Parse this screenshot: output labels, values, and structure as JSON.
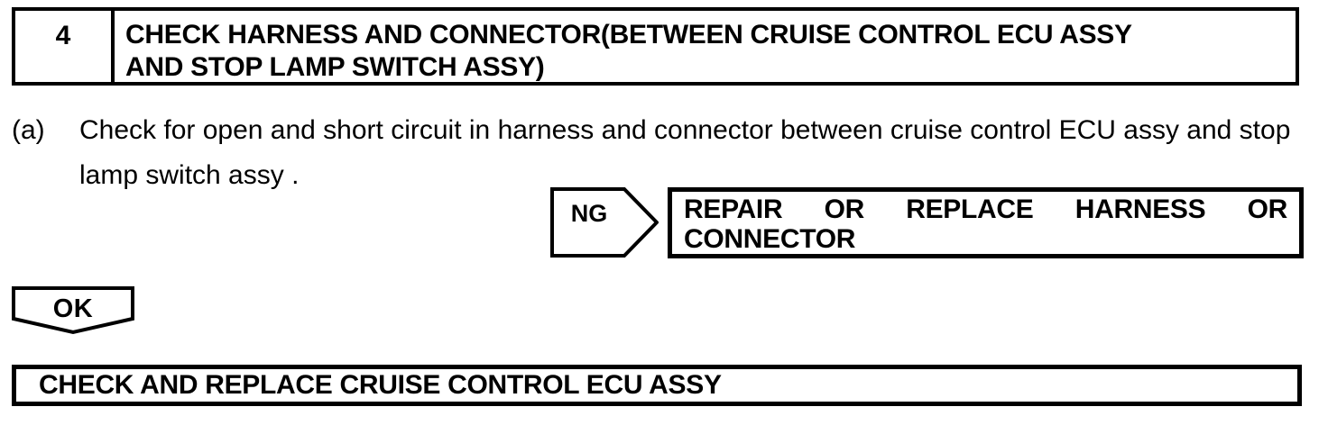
{
  "page": {
    "background": "#ffffff",
    "ink": "#000000"
  },
  "step_header": {
    "number": "4",
    "title_lines": [
      "CHECK HARNESS AND CONNECTOR(BETWEEN CRUISE CONTROL ECU ASSY",
      "AND STOP LAMP SWITCH ASSY)"
    ]
  },
  "procedure": {
    "item_label": "(a)",
    "text_lines": [
      "Check for open and short circuit in harness and connector between cruise control ECU assy and stop",
      "lamp switch assy ."
    ]
  },
  "ng_branch": {
    "arrow_label": "NG",
    "action_line1_words": [
      "REPAIR",
      "OR",
      "REPLACE",
      "HARNESS",
      "OR"
    ],
    "action_line2": "CONNECTOR"
  },
  "ok_branch": {
    "arrow_label": "OK"
  },
  "next_step": {
    "action": "CHECK AND REPLACE CRUISE CONTROL ECU ASSY"
  }
}
